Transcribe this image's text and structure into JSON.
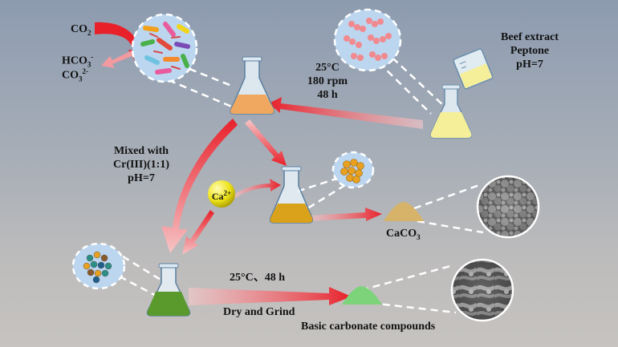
{
  "labels": {
    "co2_main": "CO",
    "co2_sub": "2",
    "hco3_main": "HCO",
    "hco3_sub": "3",
    "hco3_sup": "-",
    "co3_main": "CO",
    "co3_sub": "3",
    "co3_sup": "2-",
    "culture_temp": "25°C",
    "culture_speed": "180 rpm",
    "culture_time": "48 h",
    "medium_line1": "Beef extract",
    "medium_line2": "Peptone",
    "medium_line3": "pH=7",
    "mix_line1": "Mixed with",
    "mix_line2": "Cr(III)(1:1)",
    "mix_line3": "pH=7",
    "calcium_main": "Ca",
    "calcium_sup": "2+",
    "caco3_main": "CaCO",
    "caco3_sub": "3",
    "reaction_conditions": "25°C、48 h",
    "dry_grind": "Dry and Grind",
    "product_label": "Basic carbonate compounds"
  },
  "colors": {
    "background_top": "#8d9bb0",
    "background_bottom": "#c6c3c0",
    "arrow_red": "#e8202a",
    "arrow_pink": "#f3b5b8",
    "culture_orange": "#f0a860",
    "medium_yellow": "#f6ef9a",
    "solution_amber": "#d9a21a",
    "solution_green": "#5a9a2c",
    "calcium_yellow": "#ede31a",
    "caco3_powder": "#d7b36a",
    "product_green": "#7dd37a",
    "bubble_blue": "#bcd6ef"
  },
  "icons": [
    "erlenmeyer-flask-icon",
    "beaker-icon",
    "bacteria-icon",
    "powder-pile-icon",
    "sem-micrograph-icon",
    "calcium-ion-icon"
  ]
}
